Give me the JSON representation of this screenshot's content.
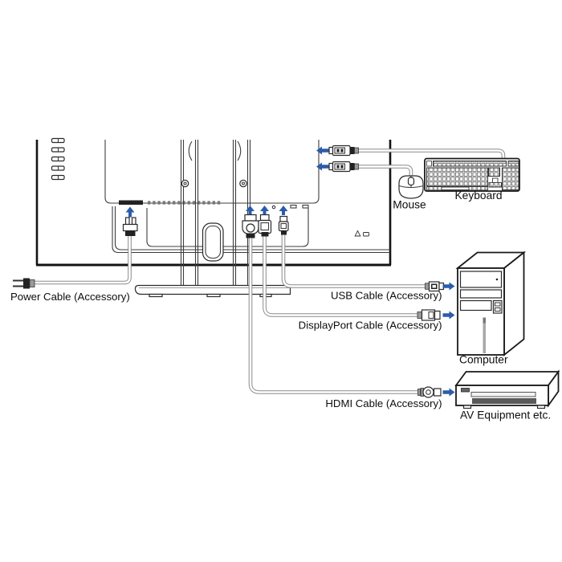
{
  "labels": {
    "power_cable": "Power Cable (Accessory)",
    "usb_cable": "USB Cable (Accessory)",
    "displayport_cable": "DisplayPort Cable (Accessory)",
    "hdmi_cable": "HDMI Cable (Accessory)",
    "computer": "Computer",
    "av_equipment": "AV Equipment etc.",
    "mouse": "Mouse",
    "keyboard": "Keyboard"
  },
  "colors": {
    "arrow_blue": "#2b5ca8",
    "outline_black": "#1a1a1a",
    "cable_grey": "#8a8a8a",
    "slot_dark": "#222222"
  },
  "icons": {
    "up_arrow": "▲",
    "left_arrow": "◀",
    "right_arrow": "▶"
  }
}
